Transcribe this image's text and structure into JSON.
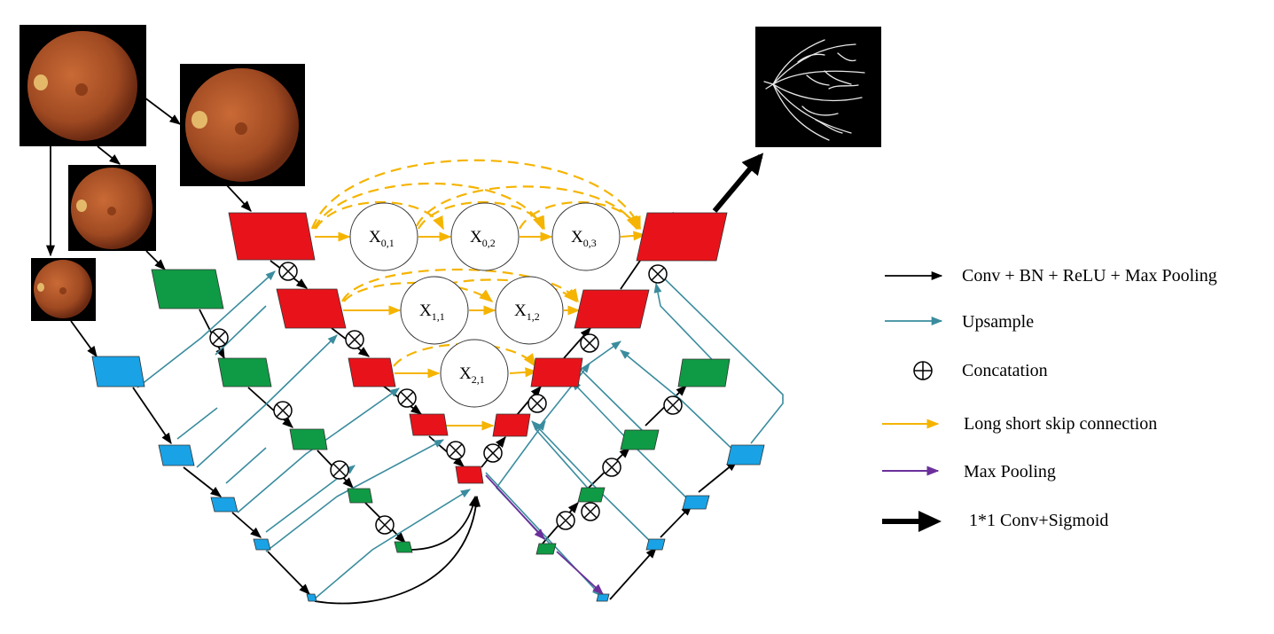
{
  "colors": {
    "encoder": "#e8131a",
    "blue_path": "#19a3e6",
    "green_path": "#0f9b45",
    "conv_arrow": "#000000",
    "upsample_arrow": "#3a8c9e",
    "skip_arrow": "#f5b400",
    "pool_arrow": "#6b2f9b",
    "vessel_bg": "#000000",
    "fundus_fill": "#b0562a"
  },
  "nodes": {
    "x01": {
      "base": "X",
      "sub": "0,1"
    },
    "x02": {
      "base": "X",
      "sub": "0,2"
    },
    "x03": {
      "base": "X",
      "sub": "0,3"
    },
    "x11": {
      "base": "X",
      "sub": "1,1"
    },
    "x12": {
      "base": "X",
      "sub": "1,2"
    },
    "x21": {
      "base": "X",
      "sub": "2,1"
    }
  },
  "legend": {
    "conv": "Conv + BN + ReLU + Max Pooling",
    "upsample": "Upsample",
    "concat": "Concatation",
    "skip": "Long short skip connection",
    "pool": "Max Pooling",
    "sigmoid": "1*1 Conv+Sigmoid"
  },
  "icons": {
    "concat": "circle-times-icon",
    "legend_concat": "circle-plus-icon",
    "input": "fundus-image",
    "output": "vessel-map-image"
  }
}
